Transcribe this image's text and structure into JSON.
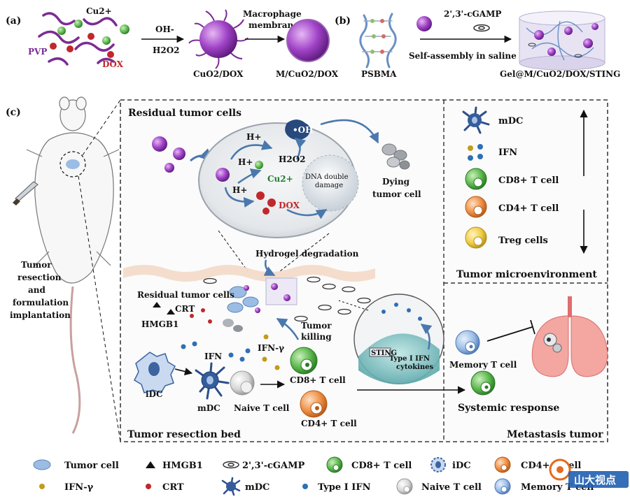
{
  "panels": {
    "a": {
      "letter": "(a)",
      "reactants": [
        "Cu2+",
        "PVP",
        "DOX"
      ],
      "arrow1_top": "OH-",
      "arrow1_bottom": "H2O2",
      "product1": "CuO2/DOX",
      "arrow2_top_line1": "Macrophage",
      "arrow2_top_line2": "membrane",
      "product2": "M/CuO2/DOX"
    },
    "b": {
      "letter": "(b)",
      "polymer": "PSBMA",
      "arrow_top": "2',3'-cGAMP",
      "arrow_bottom": "Self-assembly in saline",
      "product": "Gel@M/CuO2/DOX/STING"
    },
    "c": {
      "letter": "(c)",
      "mouse_caption": [
        "Tumor",
        "resection",
        "and",
        "formulation",
        "implantation"
      ],
      "residual_title": "Residual tumor cells",
      "cell_labels": {
        "oh": "•OH",
        "h1": "H+",
        "h2": "H+",
        "h3": "H+",
        "h2o2": "H2O2",
        "cu": "Cu2+",
        "dna_line1": "DNA double",
        "dna_line2": "damage",
        "dox": "DOX",
        "dying_line1": "Dying",
        "dying_line2": "tumor cell"
      },
      "bed_labels": {
        "hydrogel": "Hydrogel degradation",
        "residual": "Residual tumor cells",
        "crt": "CRT",
        "hmgb1": "HMGB1",
        "tumor_killing_line1": "Tumor",
        "tumor_killing_line2": "killing",
        "ifn_gamma": "IFN-γ",
        "ifn": "IFN",
        "sting": "STING",
        "type1_line1": "Type I IFN",
        "type1_line2": "cytokines",
        "idc": "iDC",
        "mdc": "mDC",
        "naive": "Naive T cell",
        "cd8": "CD8+ T cell",
        "cd4": "CD4+ T cell",
        "bed_title": "Tumor resection bed"
      },
      "microenv": {
        "items": [
          "mDC",
          "IFN",
          "CD8+ T cell",
          "CD4+ T cell",
          "Treg cells"
        ],
        "title": "Tumor microenvironment"
      },
      "metastasis": {
        "memory": "Memory T cell",
        "systemic": "Systemic response",
        "title": "Metastasis tumor"
      }
    }
  },
  "legend": {
    "row1": [
      "Tumor cell",
      "HMGB1",
      "2',3'-cGAMP",
      "CD8+ T cell",
      "iDC",
      "CD4+ T cell"
    ],
    "row2": [
      "IFN-γ",
      "CRT",
      "mDC",
      "Type I IFN",
      "Naive T cell",
      "Memory T cell"
    ]
  },
  "watermark": "山大视点",
  "colors": {
    "purple": "#8b3aa8",
    "dox_red": "#c0282b",
    "cu_green": "#3d8c3a",
    "cd8_green": "#57b347",
    "cd4_orange": "#e07a2e",
    "treg_yellow": "#e9c43a",
    "memory_blue": "#5f8fc9",
    "dc_blue": "#2c4f8c",
    "ifn_blue": "#2f6fb5",
    "ifn_gamma": "#c49a1a"
  }
}
